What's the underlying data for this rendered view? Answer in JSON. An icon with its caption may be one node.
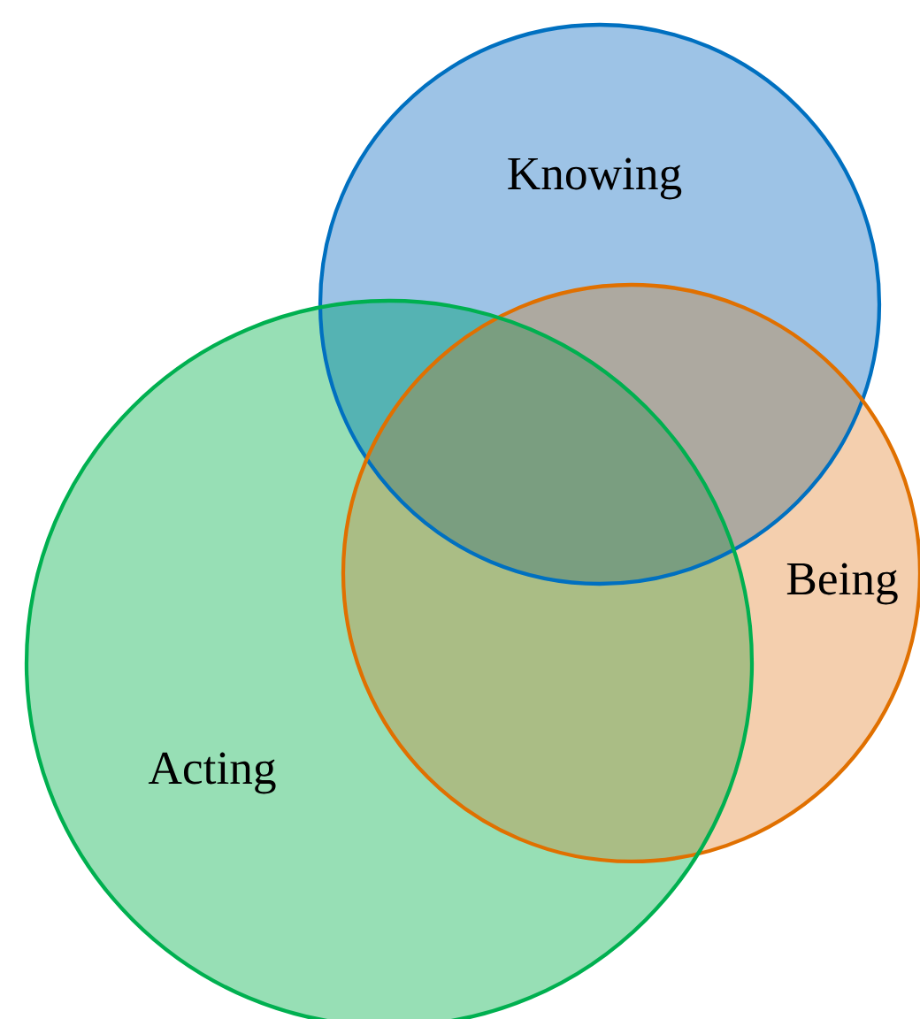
{
  "diagram": {
    "nodes": [
      {
        "text": [
          "Knowing"
        ]
      },
      {
        "text": [
          "Being"
        ]
      },
      {
        "text": [
          "Acting"
        ]
      }
    ]
  }
}
